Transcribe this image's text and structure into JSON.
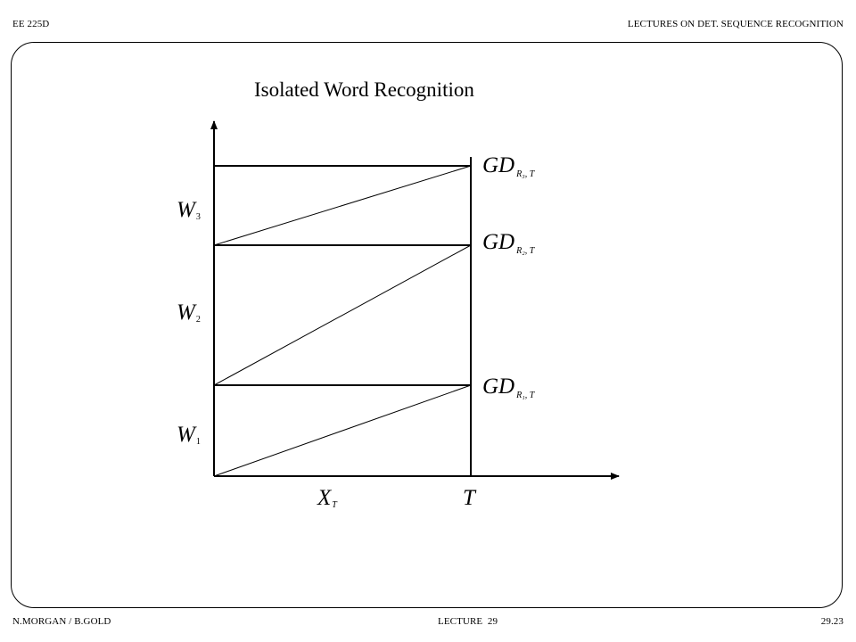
{
  "header": {
    "left": "EE 225D",
    "right": "LECTURES ON DET. SEQUENCE RECOGNITION"
  },
  "footer": {
    "left": "N.MORGAN / B.GOLD",
    "center": "LECTURE  29",
    "right": "29.23"
  },
  "diagram": {
    "title": "Isolated Word Recognition",
    "words": [
      {
        "label": "W",
        "sub": "1"
      },
      {
        "label": "W",
        "sub": "2"
      },
      {
        "label": "W",
        "sub": "3"
      }
    ],
    "gd_labels": [
      {
        "label": "GD",
        "sub": "R₁, T"
      },
      {
        "label": "GD",
        "sub": "R₂, T"
      },
      {
        "label": "GD",
        "sub": "R₃, T"
      }
    ],
    "x_axis": {
      "xt_label": "X",
      "xt_sub": "T",
      "t_label": "T"
    }
  }
}
